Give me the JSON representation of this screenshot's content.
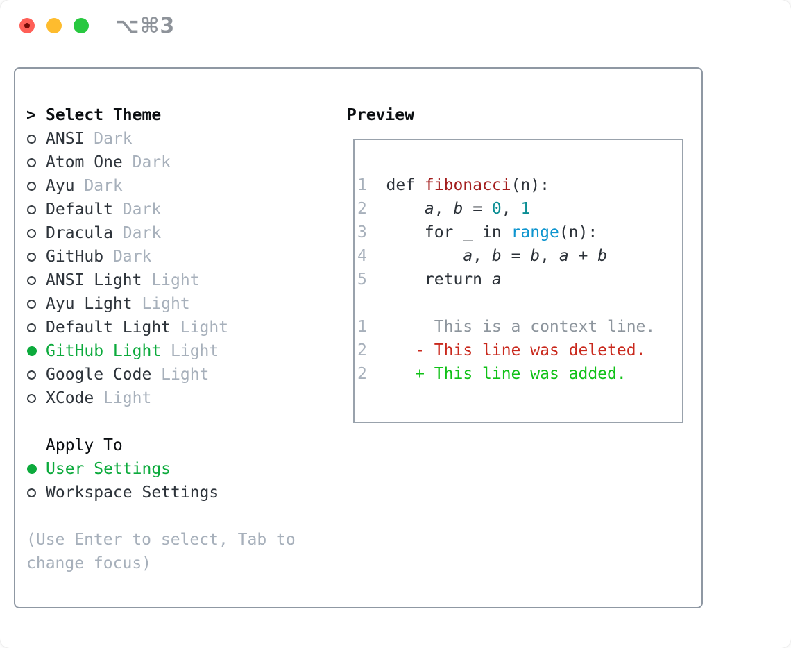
{
  "window": {
    "title": "⌥⌘3"
  },
  "colors": {
    "panel_border": "#8f98a3",
    "box_border": "#99a2ac",
    "text_dark": "#2e343b",
    "text_black": "#0b0e11",
    "muted": "#a7b0bb",
    "sel_green": "#0caa3c",
    "add_green": "#10c117",
    "del_red": "#c9291d",
    "fn_red": "#a31d1d",
    "num_teal": "#0b8e94",
    "builtin_blue": "#0e95cf",
    "code_dark": "#2b3138",
    "ctx_gray": "#8d959d",
    "title_gray": "#8e939a",
    "radio_ring": "#3a4046",
    "tl_red": "#ff5f57",
    "tl_red_dot": "#750b06",
    "tl_yellow": "#febc2e",
    "tl_green": "#28c840"
  },
  "theme_panel": {
    "header": {
      "prompt": ">",
      "label": "Select Theme"
    },
    "themes": [
      {
        "name": "ANSI",
        "variant": "Dark",
        "selected": false
      },
      {
        "name": "Atom One",
        "variant": "Dark",
        "selected": false
      },
      {
        "name": "Ayu",
        "variant": "Dark",
        "selected": false
      },
      {
        "name": "Default",
        "variant": "Dark",
        "selected": false
      },
      {
        "name": "Dracula",
        "variant": "Dark",
        "selected": false
      },
      {
        "name": "GitHub",
        "variant": "Dark",
        "selected": false
      },
      {
        "name": "ANSI Light",
        "variant": "Light",
        "selected": false
      },
      {
        "name": "Ayu Light",
        "variant": "Light",
        "selected": false
      },
      {
        "name": "Default Light",
        "variant": "Light",
        "selected": false
      },
      {
        "name": "GitHub Light",
        "variant": "Light",
        "selected": true
      },
      {
        "name": "Google Code",
        "variant": "Light",
        "selected": false
      },
      {
        "name": "XCode",
        "variant": "Light",
        "selected": false
      }
    ],
    "apply_to": {
      "label": "Apply To",
      "options": [
        {
          "name": "User Settings",
          "selected": true
        },
        {
          "name": "Workspace Settings",
          "selected": false
        }
      ]
    },
    "help": [
      "(Use Enter to select, Tab to",
      "change focus)"
    ]
  },
  "preview": {
    "title": "Preview",
    "lines": [
      {
        "num": "1",
        "tokens": [
          {
            "t": "def ",
            "s": "k"
          },
          {
            "t": "fibonacci",
            "s": "fn"
          },
          {
            "t": "(n):",
            "s": "p"
          }
        ]
      },
      {
        "num": "2",
        "tokens": [
          {
            "t": "    ",
            "s": "p"
          },
          {
            "t": "a",
            "s": "v"
          },
          {
            "t": ", ",
            "s": "p"
          },
          {
            "t": "b",
            "s": "v"
          },
          {
            "t": " = ",
            "s": "p"
          },
          {
            "t": "0",
            "s": "n"
          },
          {
            "t": ", ",
            "s": "p"
          },
          {
            "t": "1",
            "s": "n"
          }
        ]
      },
      {
        "num": "3",
        "tokens": [
          {
            "t": "    ",
            "s": "p"
          },
          {
            "t": "for ",
            "s": "k"
          },
          {
            "t": "_ ",
            "s": "p"
          },
          {
            "t": "in ",
            "s": "k"
          },
          {
            "t": "range",
            "s": "b"
          },
          {
            "t": "(n):",
            "s": "p"
          }
        ]
      },
      {
        "num": "4",
        "tokens": [
          {
            "t": "        ",
            "s": "p"
          },
          {
            "t": "a",
            "s": "v"
          },
          {
            "t": ", ",
            "s": "p"
          },
          {
            "t": "b",
            "s": "v"
          },
          {
            "t": " = ",
            "s": "p"
          },
          {
            "t": "b",
            "s": "v"
          },
          {
            "t": ", ",
            "s": "p"
          },
          {
            "t": "a",
            "s": "v"
          },
          {
            "t": " + ",
            "s": "p"
          },
          {
            "t": "b",
            "s": "v"
          }
        ]
      },
      {
        "num": "5",
        "tokens": [
          {
            "t": "    ",
            "s": "p"
          },
          {
            "t": "return ",
            "s": "k"
          },
          {
            "t": "a",
            "s": "v"
          }
        ]
      },
      {
        "num": "",
        "tokens": []
      },
      {
        "num": "1",
        "tokens": [
          {
            "t": "     This is a context line.",
            "s": "ctx"
          }
        ]
      },
      {
        "num": "2",
        "tokens": [
          {
            "t": "   ",
            "s": "p"
          },
          {
            "t": "- This line was deleted.",
            "s": "del"
          }
        ]
      },
      {
        "num": "2",
        "tokens": [
          {
            "t": "   ",
            "s": "p"
          },
          {
            "t": "+ This line was added.",
            "s": "add"
          }
        ]
      }
    ]
  }
}
